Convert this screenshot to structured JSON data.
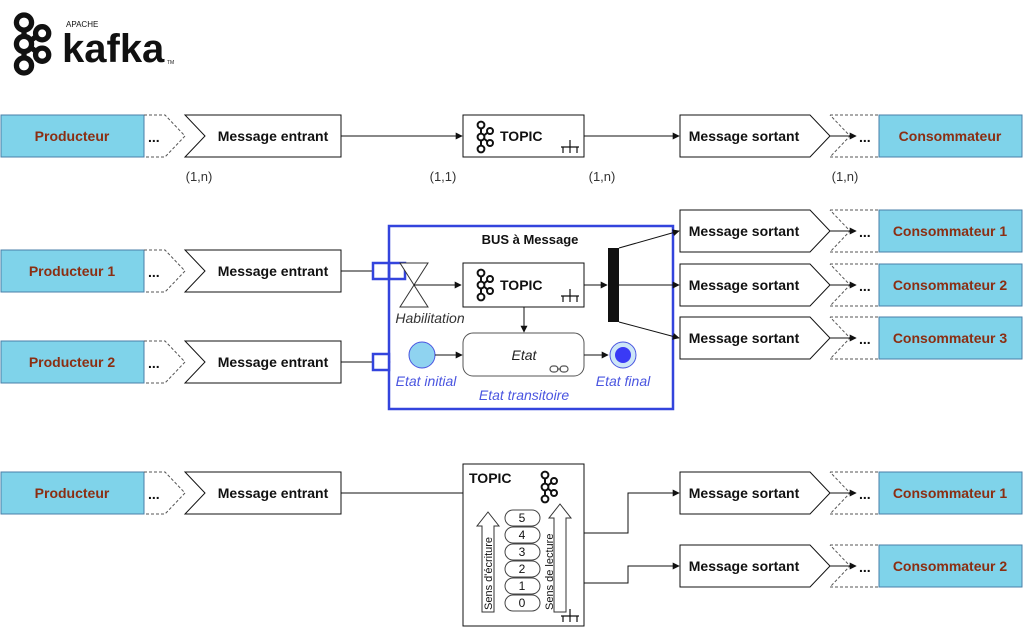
{
  "logo": {
    "brand": "kafka",
    "tagline": "APACHE",
    "trademark": "TM"
  },
  "labels": {
    "producteur": "Producteur",
    "producteur_1": "Producteur 1",
    "producteur_2": "Producteur 2",
    "message_entrant": "Message entrant",
    "message_sortant": "Message sortant",
    "consommateur": "Consommateur",
    "consommateur_1": "Consommateur 1",
    "consommateur_2": "Consommateur 2",
    "consommateur_3": "Consommateur 3",
    "topic": "TOPIC",
    "ellipsis": "..."
  },
  "cardinalities": [
    "(1,n)",
    "(1,1)",
    "(1,n)",
    "(1,n)"
  ],
  "bus": {
    "title": "BUS à Message",
    "habilitation": "Habilitation",
    "etat": "Etat",
    "etat_initial": "Etat initial",
    "etat_transitoire": "Etat transitoire",
    "etat_final": "Etat final"
  },
  "partition": {
    "offsets": [
      "5",
      "4",
      "3",
      "2",
      "1",
      "0"
    ],
    "write_direction": "Sens d'écriture",
    "read_direction": "Sens de lecture"
  },
  "colors": {
    "producer_fill": "#7fd3ea",
    "producer_text": "#8b2e12",
    "bus_border": "#3344dd",
    "state_initial": "#8fd3f0",
    "state_final": "#3a3af5"
  }
}
